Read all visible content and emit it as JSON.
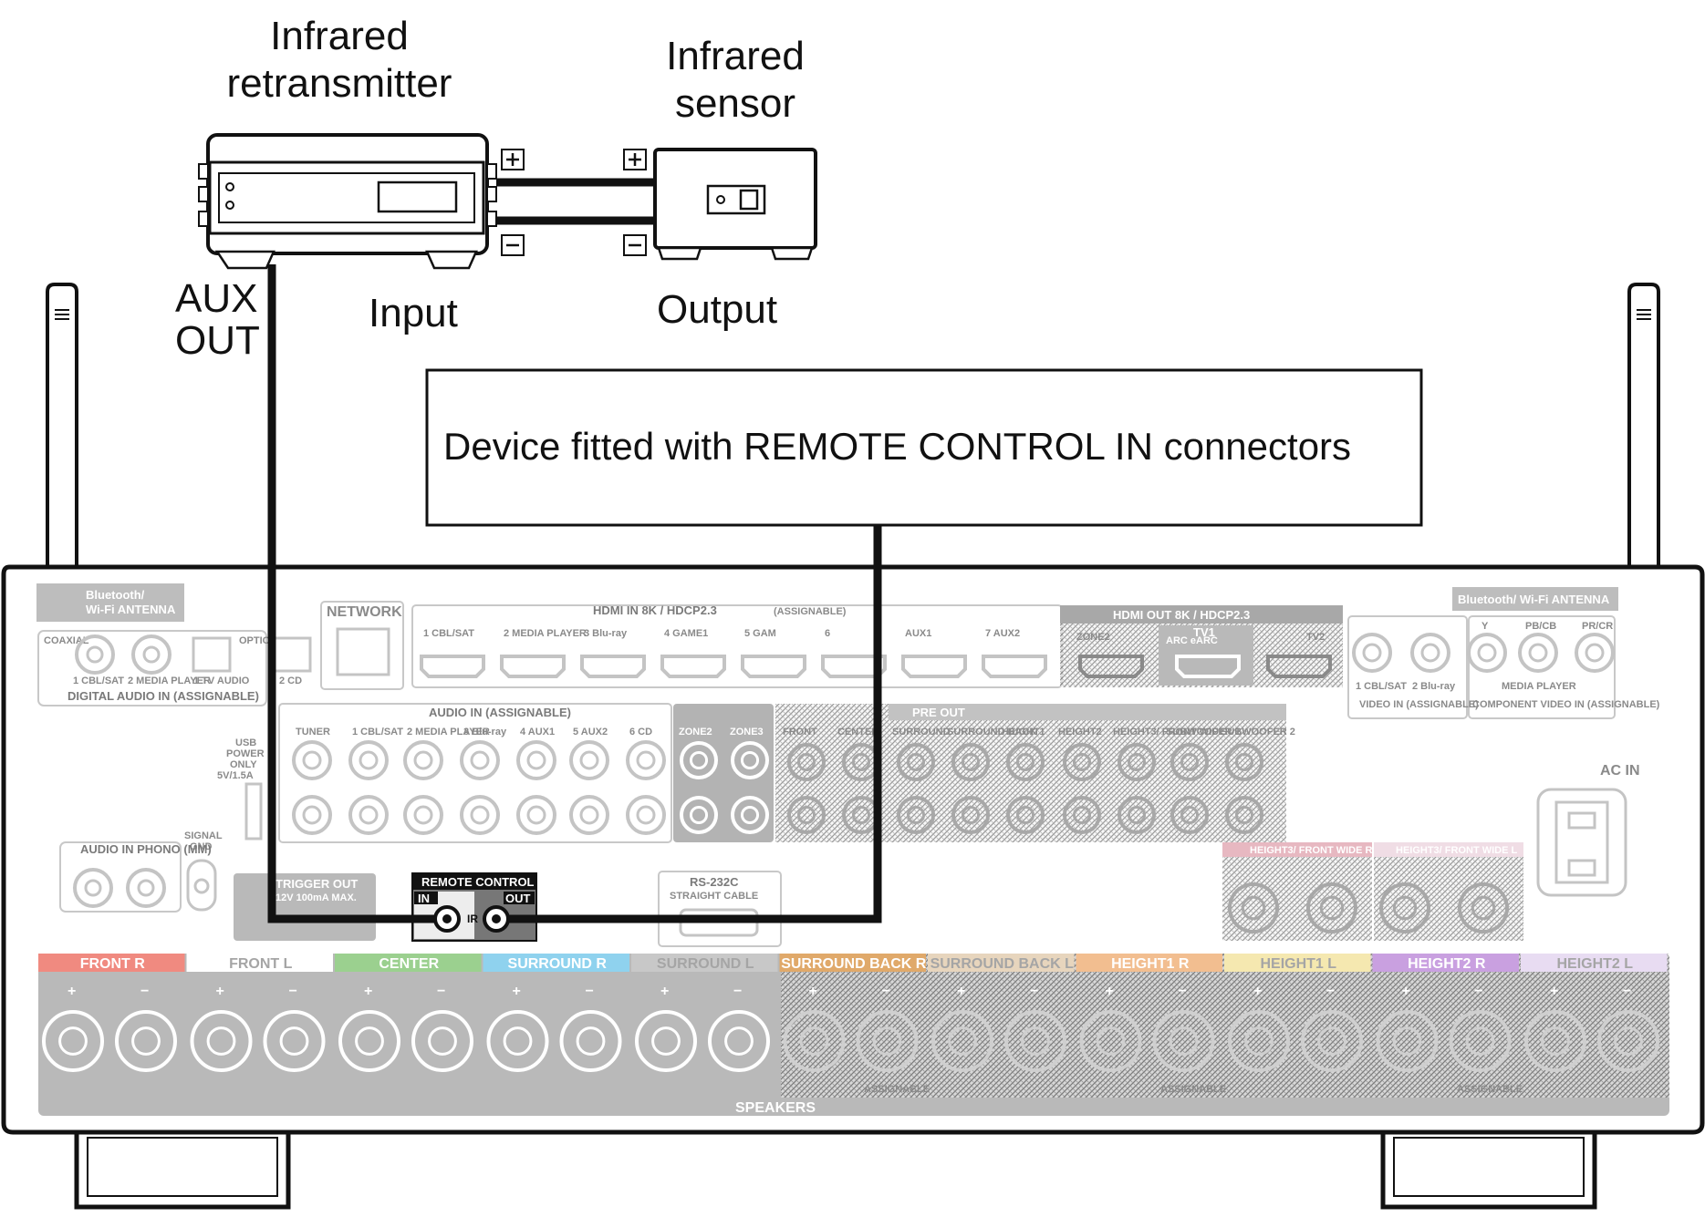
{
  "labels": {
    "ir_retransmitter_line1": "Infrared",
    "ir_retransmitter_line2": "retransmitter",
    "ir_sensor_line1": "Infrared",
    "ir_sensor_line2": "sensor",
    "aux_out_line1": "AUX",
    "aux_out_line2": "OUT",
    "input": "Input",
    "output": "Output",
    "device_box": "Device fitted with REMOTE CONTROL IN connectors",
    "plus": "+",
    "minus": "−"
  },
  "panel": {
    "bt_antenna_left": "Bluetooth/",
    "bt_antenna_left2": "Wi-Fi ANTENNA",
    "bt_antenna_right": "Bluetooth/ Wi-Fi ANTENNA",
    "network": "NETWORK",
    "hdmi_in": "HDMI IN 8K / HDCP2.3",
    "hdmi_in_assignable": "(ASSIGNABLE)",
    "hdmi_out": "HDMI OUT 8K / HDCP2.3",
    "hdmi_inputs": [
      "1 CBL/SAT",
      "2 MEDIA PLAYER",
      "3 Blu-ray",
      "4 GAME1",
      "5 GAM",
      "6",
      "AUX1",
      "7 AUX2"
    ],
    "hdmi_out_labels": [
      "ZONE2",
      "TV1",
      "ARC eARC",
      "TV2"
    ],
    "coaxial": "COAXIAL",
    "optical": "OPTIC",
    "digital_audio_in": "DIGITAL AUDIO IN (ASSIGNABLE)",
    "digital_sub": [
      "1 CBL/SAT",
      "2 MEDIA PLAYER",
      "1 TV AUDIO",
      "2 CD"
    ],
    "audio_in": "AUDIO IN (ASSIGNABLE)",
    "audio_in_labels": [
      "TUNER",
      "1 CBL/SAT",
      "2 MEDIA PLAYER",
      "3 Blu-ray",
      "4 AUX1",
      "5 AUX2",
      "6 CD"
    ],
    "zone_labels": [
      "ZONE2",
      "ZONE3"
    ],
    "pre_out": "PRE OUT",
    "pre_out_labels": [
      "FRONT",
      "CENTER",
      "SURROUND",
      "SURROUND BACK",
      "HEIGHT1",
      "HEIGHT2",
      "HEIGHT3/ FRONT WIDE",
      "SUBWOOFER 1",
      "SUBWOOFER 2",
      "SUBWOOFER 3",
      "SUBWOOFER 4"
    ],
    "usb": [
      "USB",
      "POWER",
      "ONLY",
      "5V/1.5A"
    ],
    "signal_gnd": [
      "SIGNAL",
      "GND"
    ],
    "phono": "AUDIO IN PHONO (MM)",
    "trigger_out": "TRIGGER OUT",
    "trigger_sub": "12V 100mA MAX.",
    "remote_control": "REMOTE CONTROL",
    "rc_in": "IN",
    "rc_out": "OUT",
    "rc_ir": "IR",
    "rs232c": "RS-232C",
    "rs232c_sub": "STRAIGHT CABLE",
    "video_in": "VIDEO IN (ASSIGNABLE)",
    "video_sub": [
      "1 CBL/SAT",
      "2 Blu-ray"
    ],
    "component_video": "COMPONENT VIDEO IN (ASSIGNABLE)",
    "component_sub": [
      "Y",
      "PB/CB",
      "PR/CR"
    ],
    "media_player": "MEDIA PLAYER",
    "ac_in": "AC IN",
    "height3_front_wide": [
      "HEIGHT3/ FRONT WIDE R",
      "HEIGHT3/ FRONT WIDE L"
    ],
    "speaker_bands": [
      {
        "label": "FRONT R",
        "color": "#f08a80"
      },
      {
        "label": "FRONT L",
        "color": "#ffffff"
      },
      {
        "label": "CENTER",
        "color": "#9bd08f"
      },
      {
        "label": "SURROUND R",
        "color": "#8fd2ee"
      },
      {
        "label": "SURROUND L",
        "color": "#c8c8c8"
      },
      {
        "label": "SURROUND BACK R",
        "color": "#e0a96a"
      },
      {
        "label": "SURROUND BACK L",
        "color": "#e7d5bd"
      },
      {
        "label": "HEIGHT1 R",
        "color": "#f2be90"
      },
      {
        "label": "HEIGHT1 L",
        "color": "#f5e8b0"
      },
      {
        "label": "HEIGHT2 R",
        "color": "#c9a0e0"
      },
      {
        "label": "HEIGHT2 L",
        "color": "#e8dcf2"
      }
    ],
    "assignable": "ASSIGNABLE",
    "speakers": "SPEAKERS"
  }
}
